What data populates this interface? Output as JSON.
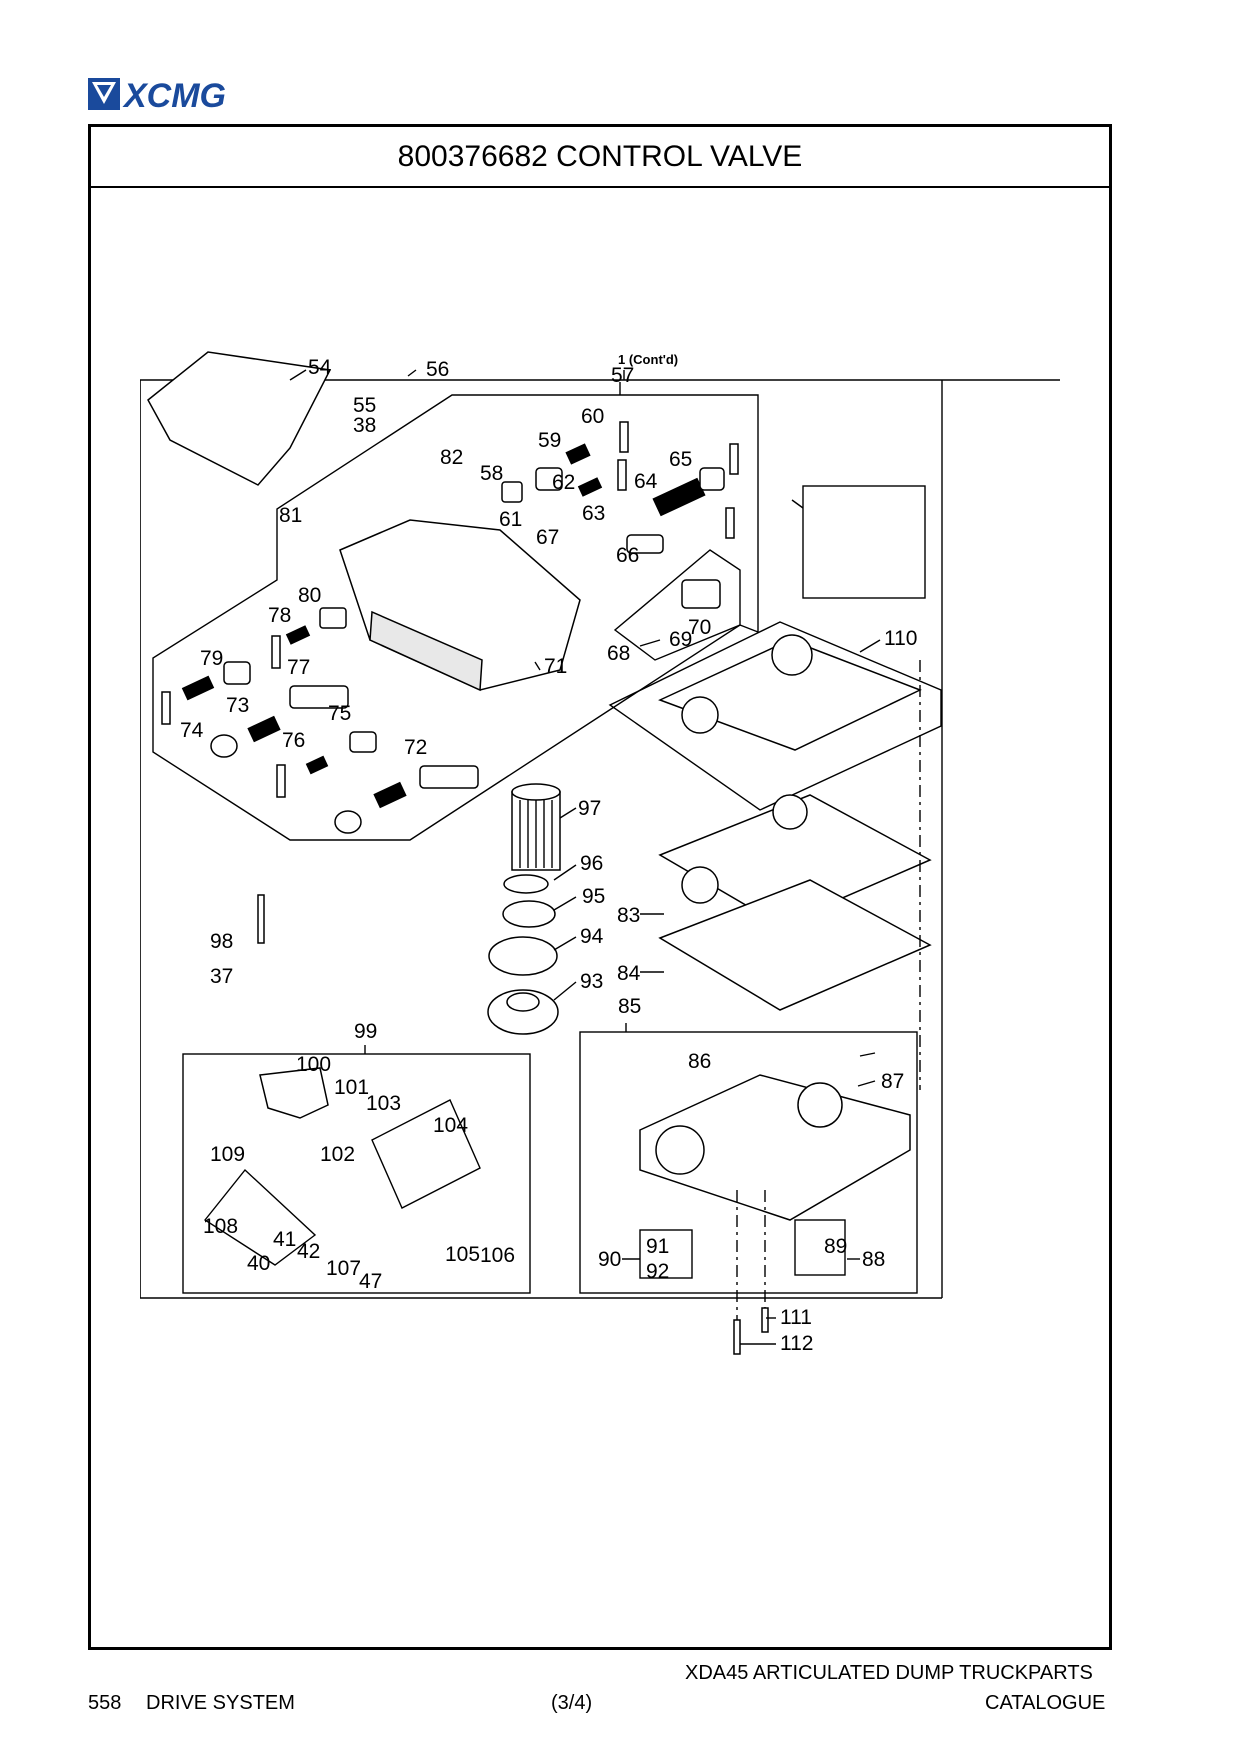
{
  "header": {
    "brand": "XCMG"
  },
  "title": "800376682 CONTROL VALVE",
  "diagram": {
    "assembly_ref": "1 (Cont'd)",
    "callouts": [
      "54",
      "56",
      "55",
      "38",
      "57",
      "60",
      "59",
      "82",
      "58",
      "65",
      "62",
      "64",
      "81",
      "61",
      "63",
      "67",
      "66",
      "80",
      "78",
      "79",
      "77",
      "71",
      "68",
      "69",
      "70",
      "73",
      "75",
      "74",
      "76",
      "72",
      "110",
      "97",
      "96",
      "95",
      "94",
      "93",
      "83",
      "84",
      "85",
      "86",
      "87",
      "37",
      "98",
      "99",
      "100",
      "101",
      "103",
      "104",
      "102",
      "109",
      "108",
      "41",
      "42",
      "40",
      "107",
      "47",
      "105",
      "106",
      "91",
      "92",
      "90",
      "89",
      "88",
      "111",
      "112"
    ]
  },
  "footer": {
    "page_number": "558",
    "section": "DRIVE SYSTEM",
    "sheet": "(3/4)",
    "catalogue_line1": "XDA45 ARTICULATED DUMP TRUCKPARTS",
    "catalogue_line2": "CATALOGUE"
  },
  "colors": {
    "brand": "#1a4a9c",
    "ink": "#000000"
  }
}
